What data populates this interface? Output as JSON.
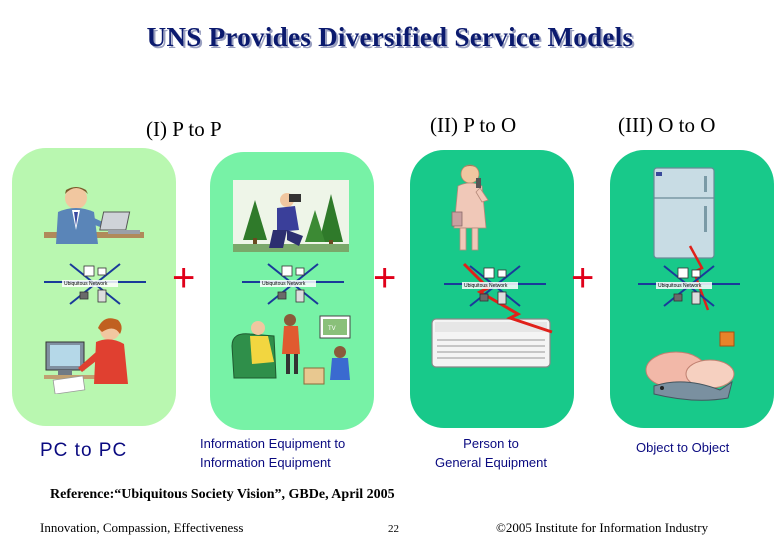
{
  "title": "UNS Provides Diversified Service Models",
  "models": [
    {
      "label": "(I) P to P"
    },
    {
      "label": "(II) P to O"
    },
    {
      "label": "(III) O to O"
    }
  ],
  "plus_symbol": "+",
  "network_label": "Ubiquitous Network",
  "captions": {
    "pc_to_pc": "PC to PC",
    "info_equipment_line1": "Information Equipment to",
    "info_equipment_line2": "Information Equipment",
    "person_general_line1": "Person to",
    "person_general_line2": "General Equipment",
    "object_to_object": "Object to Object"
  },
  "reference": "Reference:“Ubiquitous Society Vision”, GBDe, April 2005",
  "footer": {
    "left": "Innovation, Compassion, Effectiveness",
    "page_number": "22",
    "right": "©2005 Institute for Information Industry"
  },
  "colors": {
    "title": "#0b1a6e",
    "panel_light": "#b9f7b0",
    "panel_mid": "#77f2a6",
    "panel_dark": "#18c98a",
    "plus": "#e0001a",
    "caption": "#0a0a80"
  }
}
